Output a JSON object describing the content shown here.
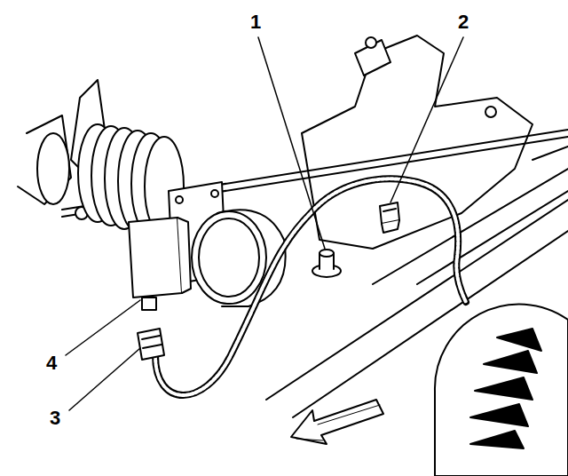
{
  "diagram": {
    "labels": [
      "1",
      "2",
      "4",
      "3"
    ]
  }
}
